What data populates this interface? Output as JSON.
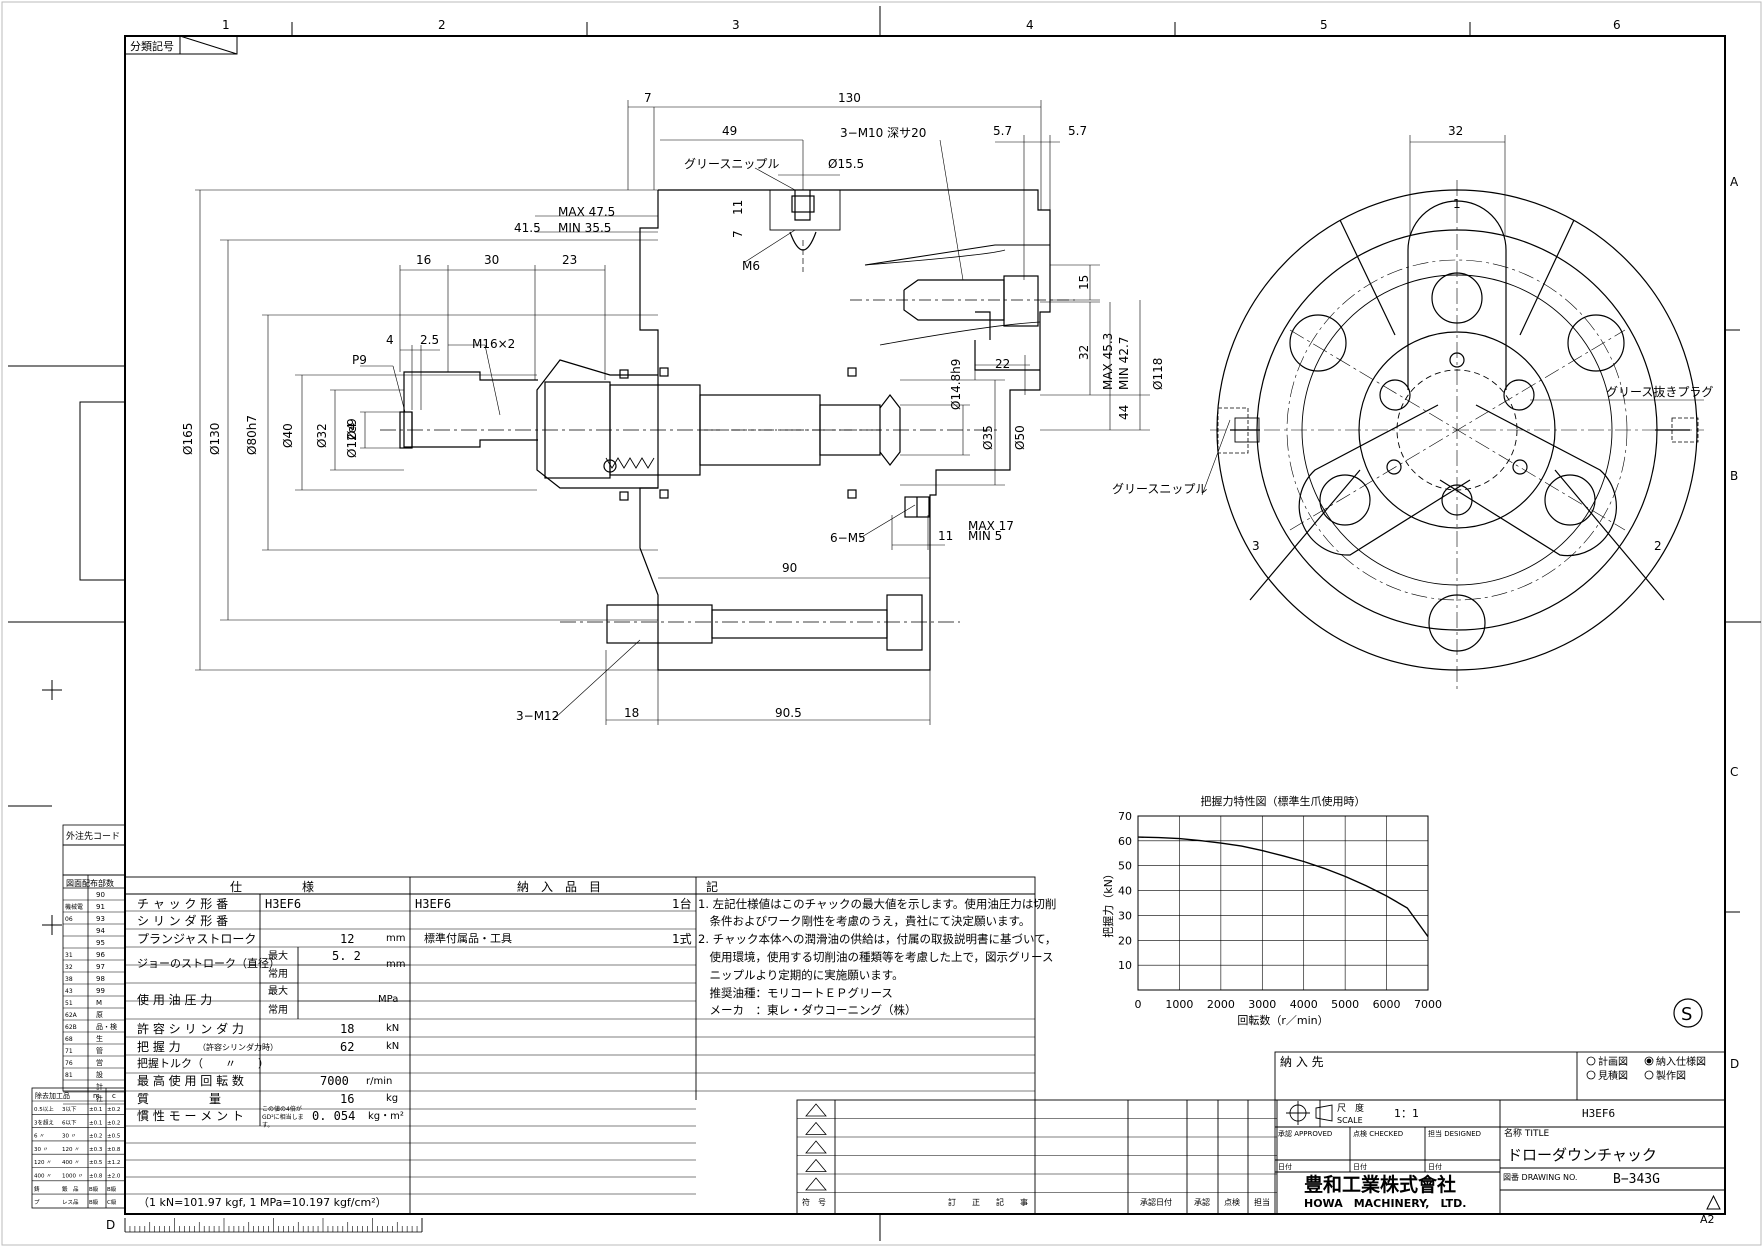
{
  "frame": {
    "col_numbers": [
      "1",
      "2",
      "3",
      "4",
      "5",
      "6"
    ],
    "row_letters": [
      "A",
      "B",
      "C",
      "D"
    ],
    "class_label": "分類記号",
    "customer_code_label": "外注先コード",
    "distribution_label": "図面配布部数",
    "sheet_size": "A2",
    "corner_letter": "D"
  },
  "dimensions": {
    "d7": "7",
    "d130": "130",
    "d49": "49",
    "m10": "3−M10 深サ20",
    "d57a": "5.7",
    "d57b": "5.7",
    "d32top": "32",
    "grease_nipple": "グリースニップル",
    "d155": "Ø15.5",
    "max475": "MAX 47.5",
    "min355": "MIN 35.5",
    "d415": "41.5",
    "d11": "11",
    "d7b": "7",
    "m6": "M6",
    "d16": "16",
    "d30": "30",
    "d23": "23",
    "d15": "15",
    "d4": "4",
    "d25": "2.5",
    "m16": "M16×2",
    "p9": "P9",
    "d32": "32",
    "d22": "22",
    "max453": "MAX 45.3",
    "min427": "MIN 42.7",
    "d44": "44",
    "d118": "Ø118",
    "d148": "Ø14.8h9",
    "d35": "Ø35",
    "d50": "Ø50",
    "d165": "Ø165",
    "d130b": "Ø130",
    "d80": "Ø80h7",
    "d40": "Ø40",
    "d32b": "Ø32",
    "d12": "Ø12e9",
    "d4b": "Ø4",
    "max17": "MAX 17",
    "d11b": "11",
    "min5": "MIN 5",
    "m5": "6−M5",
    "d90": "90",
    "m12": "3−M12",
    "d18": "18",
    "d905": "90.5",
    "grease_plug": "グリース抜きプラグ",
    "grease_nipple2": "グリースニップル",
    "jaw1": "1",
    "jaw2": "2",
    "jaw3": "3"
  },
  "chart_data": {
    "type": "line",
    "title": "把握力特性図（標準生爪使用時）",
    "xlabel": "回転数（r／min）",
    "ylabel": "把握力（kN）",
    "x_ticks": [
      "0",
      "1000",
      "2000",
      "3000",
      "4000",
      "5000",
      "6000",
      "7000"
    ],
    "y_ticks": [
      "10",
      "20",
      "30",
      "40",
      "50",
      "60",
      "70"
    ],
    "xlim": [
      0,
      7000
    ],
    "ylim": [
      0,
      70
    ],
    "series": [
      {
        "x": [
          0,
          500,
          1000,
          1500,
          2000,
          2500,
          3000,
          3500,
          4000,
          4500,
          5000,
          5500,
          6000,
          6500,
          7000
        ],
        "y": [
          61.5,
          61.3,
          60.9,
          60.1,
          59.1,
          57.9,
          56.1,
          54.0,
          51.7,
          48.9,
          45.7,
          42.0,
          37.8,
          33.0,
          21.5
        ]
      }
    ]
  },
  "spec": {
    "header": "仕　　　　　様",
    "rows": [
      {
        "label": "チ ャ ッ ク 形 番",
        "value": "H3EF6",
        "unit": ""
      },
      {
        "label": "シ リ ン ダ 形 番",
        "value": "",
        "unit": ""
      },
      {
        "label": "プランジャストローク",
        "value": "12",
        "unit": "mm"
      },
      {
        "label": "ジョーのストローク（直径）",
        "sub1": "最大",
        "value": "5. 2",
        "sub2": "常用",
        "unit": "mm"
      },
      {
        "label": "使 用 油 圧 力",
        "sub1": "最大",
        "sub2": "常用",
        "unit": "MPa"
      },
      {
        "label": "許 容 シ リ ン ダ 力",
        "value": "18",
        "unit": "kN"
      },
      {
        "label": "把 握 力",
        "note": "（許容シリンダ力時）",
        "value": "62",
        "unit": "kN"
      },
      {
        "label": "把握トルク（　　〃　　）",
        "value": "",
        "unit": ""
      },
      {
        "label": "最 高 使 用 回 転 数",
        "value": "7000",
        "unit": "r/min"
      },
      {
        "label": "質　　　　　量",
        "value": "16",
        "unit": "kg"
      },
      {
        "label": "慣 性 モ ー メ ン ト",
        "note": "この値の4倍がGD²に相当します。",
        "value": "0. 054",
        "unit": "kg・m²"
      }
    ],
    "footnote": "（1 kN=101.97 kgf, 1 MPa=10.197 kgf/cm²）"
  },
  "delivery": {
    "header": "納　入　品　目",
    "rows": [
      {
        "item": "H3EF6",
        "qty": "1台"
      },
      {
        "item": "標準付属品・工具",
        "qty": "1式"
      }
    ]
  },
  "notes": {
    "header": "記",
    "lines": [
      "1. 左記仕様値はこのチャックの最大値を示します。使用油圧力は切削",
      "　条件およびワーク剛性を考慮のうえ，貴社にて決定願います。",
      "2. チャック本体への潤滑油の供給は，付属の取扱説明書に基づいて，",
      "　使用環境，使用する切削油の種類等を考慮した上で，図示グリース",
      "　ニップルより定期的に実施願います。",
      "　推奨油種：モリコートＥＰグリース",
      "　メーカ　：東レ・ダウコーニング（株）"
    ]
  },
  "left_table": {
    "numbers": [
      "90",
      "91",
      "93",
      "94",
      "95",
      "96",
      "97",
      "98",
      "99",
      "M",
      "原",
      "品・検",
      "生",
      "管",
      "営",
      "設",
      "計",
      "社"
    ],
    "codes": [
      "機械電",
      "06",
      "",
      "",
      "31",
      "32",
      "38",
      "43",
      "51",
      "62A",
      "62B",
      "68",
      "71",
      "76",
      "81"
    ],
    "process_header": [
      "除去加工品",
      "m",
      "c"
    ],
    "process_rows": [
      [
        "0.5以上",
        "3以下",
        "±0.1",
        "±0.2"
      ],
      [
        "3を超え",
        "6以下",
        "±0.1",
        "±0.2"
      ],
      [
        "6 〃",
        "30 〃",
        "±0.2",
        "±0.5"
      ],
      [
        "30 〃",
        "120 〃",
        "±0.3",
        "±0.8"
      ],
      [
        "120 〃",
        "400 〃",
        "±0.5",
        "±1.2"
      ],
      [
        "400 〃",
        "1000 〃",
        "±0.8",
        "±2.0"
      ],
      [
        "鋳",
        "鍛　品",
        "B級",
        "B級"
      ],
      [
        "プ",
        "レス品",
        "B級",
        "C級"
      ]
    ]
  },
  "revision": {
    "mark": "符　号",
    "content": "訂　　正　　記　　事",
    "date": "承認日付",
    "approve": "承認",
    "check": "点検",
    "charge": "担当"
  },
  "titleblock": {
    "delivery_to": "納 入 先",
    "opt1": "計画図",
    "opt2": "納入仕様図",
    "opt3": "見積図",
    "opt4": "製作図",
    "scale_label": "尺　度",
    "scale_en": "SCALE",
    "scale": "1：1",
    "model": "H3EF6",
    "approved": "承認 APPROVED",
    "checked": "点検 CHECKED",
    "designed": "担当 DESIGNED",
    "date": "日付",
    "name_label": "名称 TITLE",
    "name": "ドローダウンチャック",
    "company_jp": "豊和工業株式會社",
    "company_en": "HOWA　MACHINERY,　LTD.",
    "drawing_label": "図番 DRAWING NO.",
    "drawing_no": "B−343G",
    "symbol_s": "S"
  }
}
